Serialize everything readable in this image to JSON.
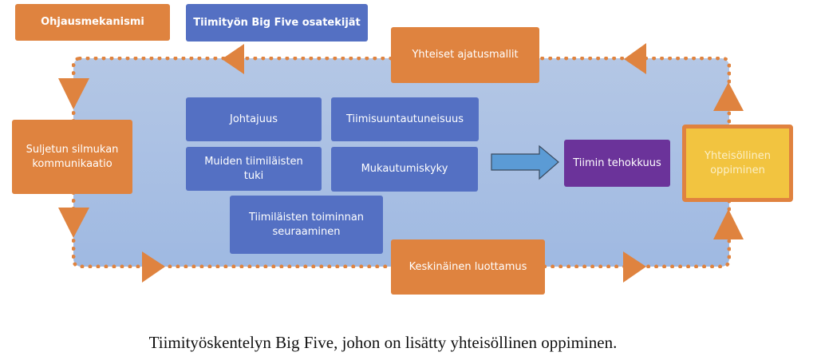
{
  "legend": {
    "control_mechanism": "Ohjausmekanismi",
    "big_five_components": "Tiimityön Big Five osatekijät"
  },
  "mechanisms": {
    "shared_mental_models": "Yhteiset ajatusmallit",
    "closed_loop_communication": "Suljetun silmukan kommunikaatio",
    "mutual_trust": "Keskinäinen luottamus"
  },
  "components": {
    "leadership": "Johtajuus",
    "team_orientation": "Tiimisuuntautuneisuus",
    "backup_behavior": "Muiden tiimiläisten tuki",
    "adaptability": "Mukautumiskyky",
    "performance_monitoring": "Tiimiläisten toiminnan seuraaminen"
  },
  "outcome": {
    "team_effectiveness": "Tiimin tehokkuus",
    "collaborative_learning": "Yhteisöllinen oppiminen"
  },
  "caption": "Tiimityöskentelyn Big Five, johon on lisätty yhteisöllinen oppiminen.",
  "colors": {
    "orange": "#DF833F",
    "blue": "#5470C3",
    "purple": "#6B339A",
    "yellow": "#F2C440",
    "panel": "#B4C7E5",
    "arrow_blue": "#5B9BD5"
  }
}
